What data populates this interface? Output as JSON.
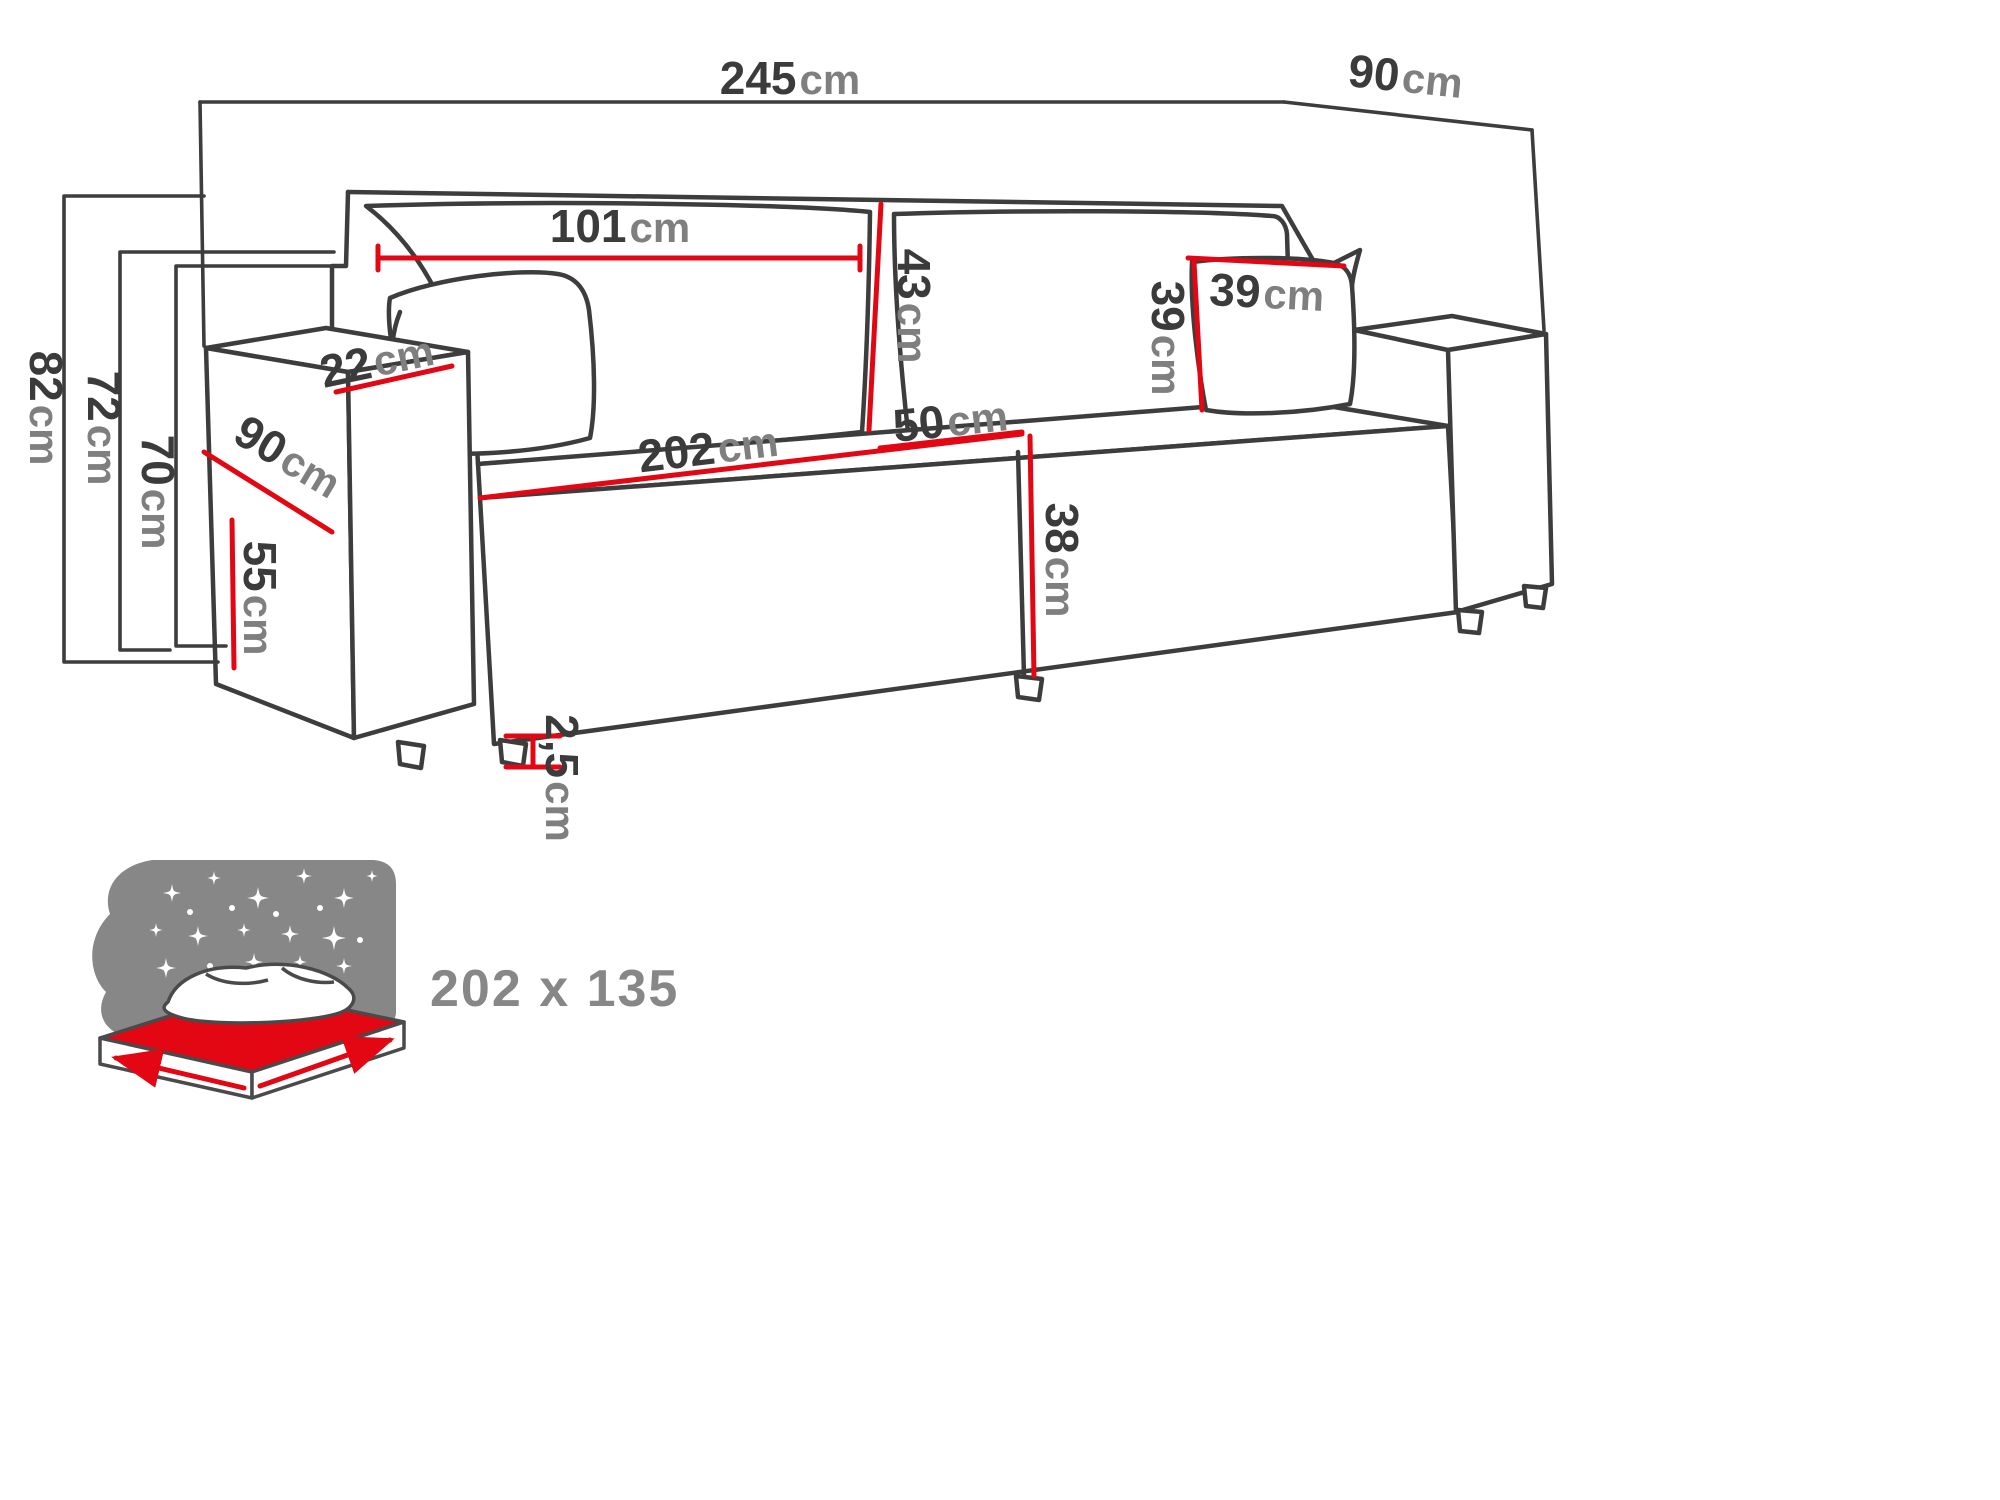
{
  "colors": {
    "dimension_red": "#e30613",
    "line_gray": "#3d3d3d",
    "icon_gray": "#878787"
  },
  "dimensions": {
    "overall_width": {
      "value": "245",
      "unit": "cm"
    },
    "overall_depth": {
      "value": "90",
      "unit": "cm"
    },
    "overall_height": {
      "value": "82",
      "unit": "cm"
    },
    "backrest_height_floor": {
      "value": "72",
      "unit": "cm"
    },
    "armrest_height_floor": {
      "value": "70",
      "unit": "cm"
    },
    "backrest_cushion_width": {
      "value": "101",
      "unit": "cm"
    },
    "backrest_cushion_height": {
      "value": "43",
      "unit": "cm"
    },
    "pillow_width": {
      "value": "39",
      "unit": "cm"
    },
    "pillow_height": {
      "value": "39",
      "unit": "cm"
    },
    "armrest_width": {
      "value": "22",
      "unit": "cm"
    },
    "armrest_depth": {
      "value": "90",
      "unit": "cm"
    },
    "seat_depth": {
      "value": "50",
      "unit": "cm"
    },
    "seat_width": {
      "value": "202",
      "unit": "cm"
    },
    "seat_height": {
      "value": "38",
      "unit": "cm"
    },
    "armrest_front_height": {
      "value": "55",
      "unit": "cm"
    },
    "leg_height": {
      "value": "2,5",
      "unit": "cm"
    }
  },
  "sleeping_area": {
    "label": "202 x 135"
  }
}
